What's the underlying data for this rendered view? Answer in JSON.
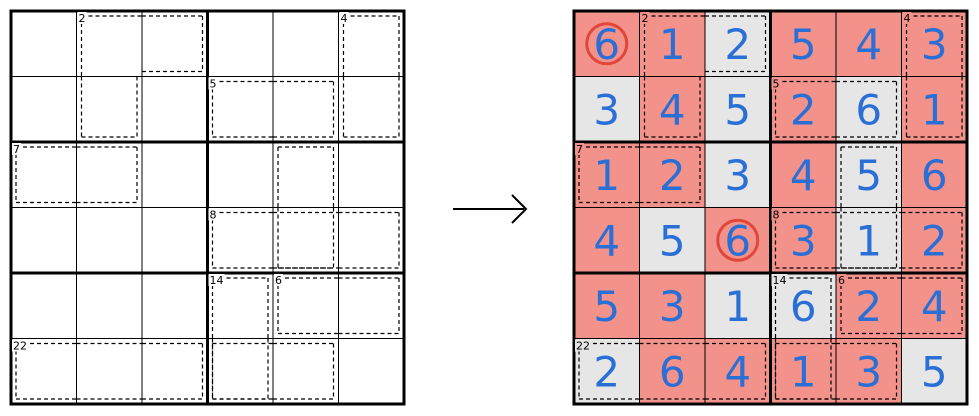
{
  "puzzle": {
    "size": 6,
    "cages": [
      {
        "clue": "2",
        "cells": [
          [
            0,
            1
          ],
          [
            0,
            2
          ],
          [
            1,
            1
          ]
        ]
      },
      {
        "clue": "4",
        "cells": [
          [
            0,
            5
          ],
          [
            1,
            5
          ]
        ]
      },
      {
        "clue": "5",
        "cells": [
          [
            1,
            3
          ],
          [
            1,
            4
          ]
        ]
      },
      {
        "clue": "7",
        "cells": [
          [
            2,
            0
          ],
          [
            2,
            1
          ]
        ]
      },
      {
        "clue": "",
        "cells": [
          [
            2,
            4
          ],
          [
            3,
            4
          ]
        ]
      },
      {
        "clue": "8",
        "cells": [
          [
            3,
            3
          ],
          [
            3,
            4
          ],
          [
            3,
            5
          ]
        ]
      },
      {
        "clue": "14",
        "cells": [
          [
            4,
            3
          ],
          [
            5,
            3
          ]
        ]
      },
      {
        "clue": "6",
        "cells": [
          [
            4,
            4
          ],
          [
            4,
            5
          ]
        ]
      },
      {
        "clue": "22",
        "cells": [
          [
            5,
            0
          ],
          [
            5,
            1
          ],
          [
            5,
            2
          ]
        ]
      },
      {
        "clue": "",
        "cells": [
          [
            5,
            3
          ],
          [
            5,
            4
          ]
        ]
      }
    ]
  },
  "arrow": {
    "symbol": "→"
  },
  "solution": {
    "grid": [
      [
        "6",
        "1",
        "2",
        "5",
        "4",
        "3"
      ],
      [
        "3",
        "4",
        "5",
        "2",
        "6",
        "1"
      ],
      [
        "1",
        "2",
        "3",
        "4",
        "5",
        "6"
      ],
      [
        "4",
        "5",
        "6",
        "3",
        "1",
        "2"
      ],
      [
        "5",
        "3",
        "1",
        "6",
        "2",
        "4"
      ],
      [
        "2",
        "6",
        "4",
        "1",
        "3",
        "5"
      ]
    ],
    "shading": [
      [
        "red",
        "red",
        "gray",
        "red",
        "red",
        "red"
      ],
      [
        "gray",
        "red",
        "gray",
        "red",
        "gray",
        "red"
      ],
      [
        "red",
        "red",
        "gray",
        "red",
        "gray",
        "red"
      ],
      [
        "red",
        "gray",
        "red",
        "red",
        "gray",
        "red"
      ],
      [
        "red",
        "red",
        "gray",
        "gray",
        "red",
        "red"
      ],
      [
        "gray",
        "red",
        "red",
        "red",
        "red",
        "gray"
      ]
    ],
    "circled": [
      [
        0,
        0
      ],
      [
        3,
        2
      ]
    ]
  },
  "colors": {
    "red": "#f2928a",
    "gray": "#e6e6e6",
    "digit": "#2a6fd6",
    "circle": "#e0473a",
    "line": "#000000"
  }
}
